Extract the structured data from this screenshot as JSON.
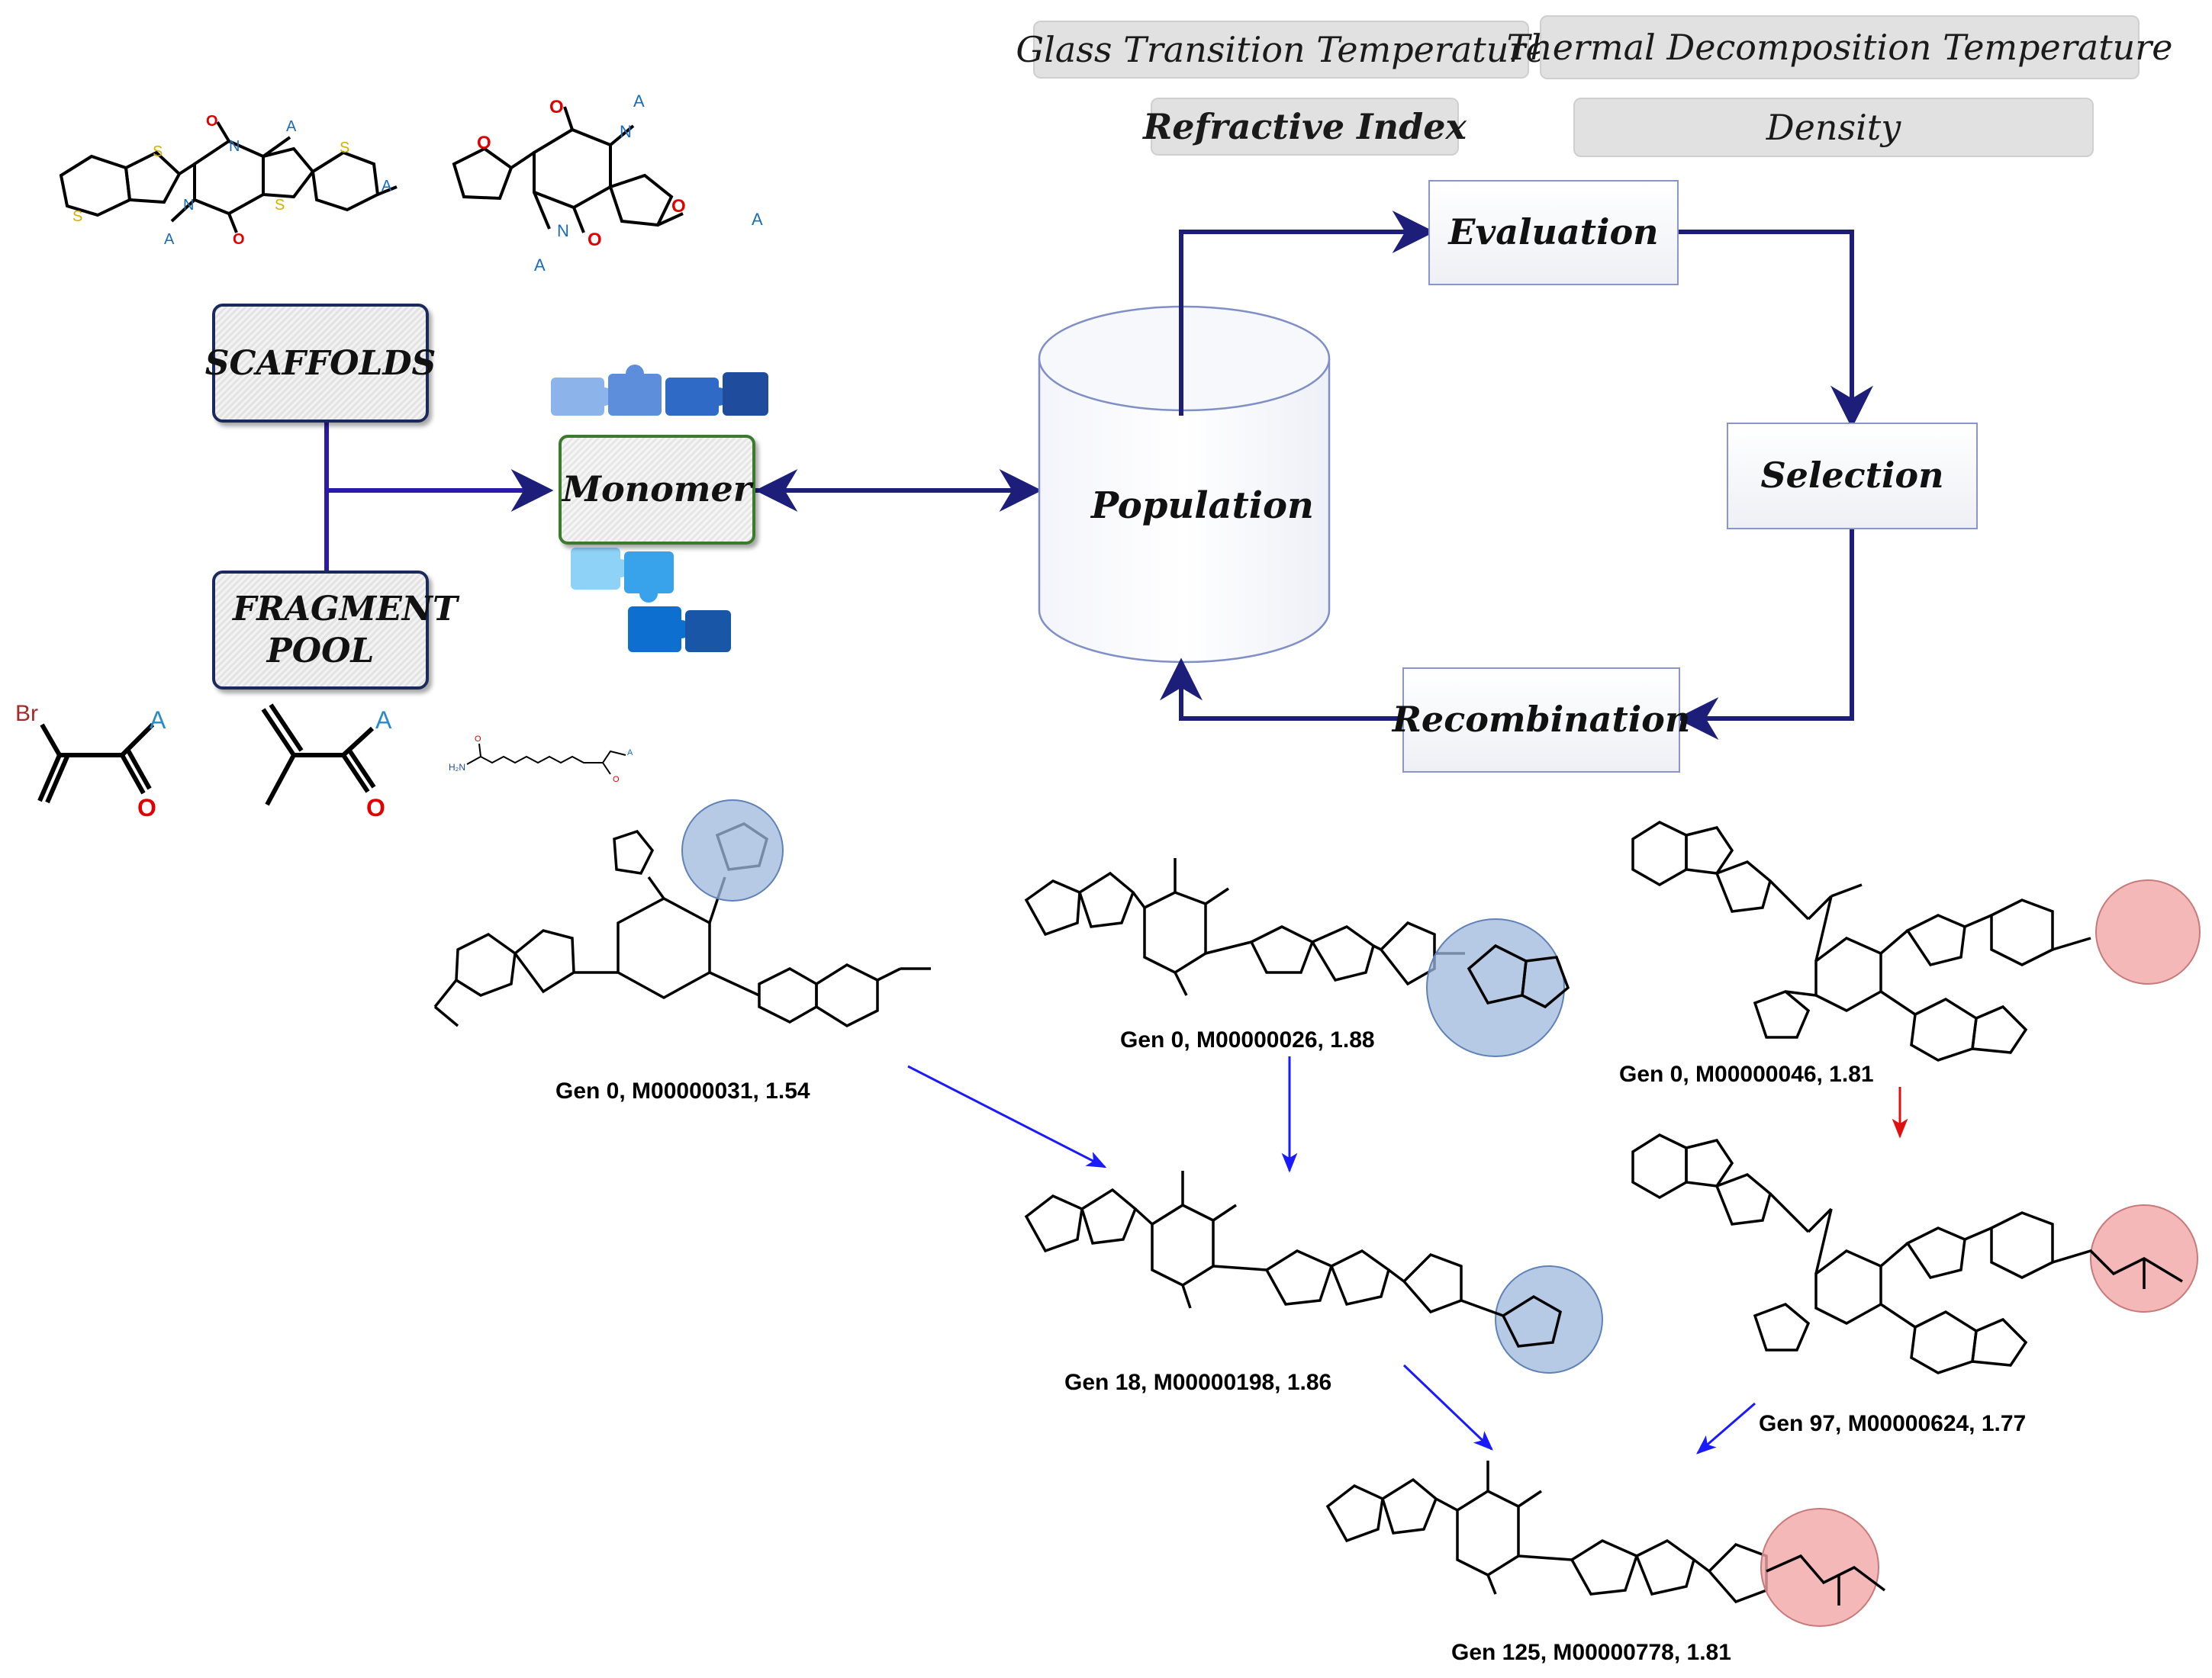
{
  "properties": {
    "glass_transition": "Glass Transition Temperature",
    "thermal_decomposition": "Thermal Decomposition Temperature",
    "refractive_index": "Refractive Index",
    "density": "Density"
  },
  "workflow": {
    "scaffolds": "SCAFFOLDS",
    "fragment_pool": "FRAGMENT POOL",
    "monomer": "Monomer",
    "population": "Population",
    "evaluation": "Evaluation",
    "selection": "Selection",
    "recombination": "Recombination"
  },
  "fragment_atoms": {
    "bromine": "Br",
    "attach": "A",
    "oxygen": "O",
    "amine": "H₂N"
  },
  "molecules": {
    "m31": "Gen 0, M00000031, 1.54",
    "m26": "Gen 0, M00000026, 1.88",
    "m46": "Gen 0, M00000046, 1.81",
    "m198": "Gen 18, M00000198, 1.86",
    "m624": "Gen 97, M00000624, 1.77",
    "m778": "Gen 125, M00000778, 1.81"
  },
  "colors": {
    "flow_arrow": "#1c1e7a",
    "evolution_arrow": "#1a1aff",
    "mutation_arrow": "#e01010",
    "highlight_blue": "#9db8dc",
    "highlight_red": "#f2a6a6"
  }
}
